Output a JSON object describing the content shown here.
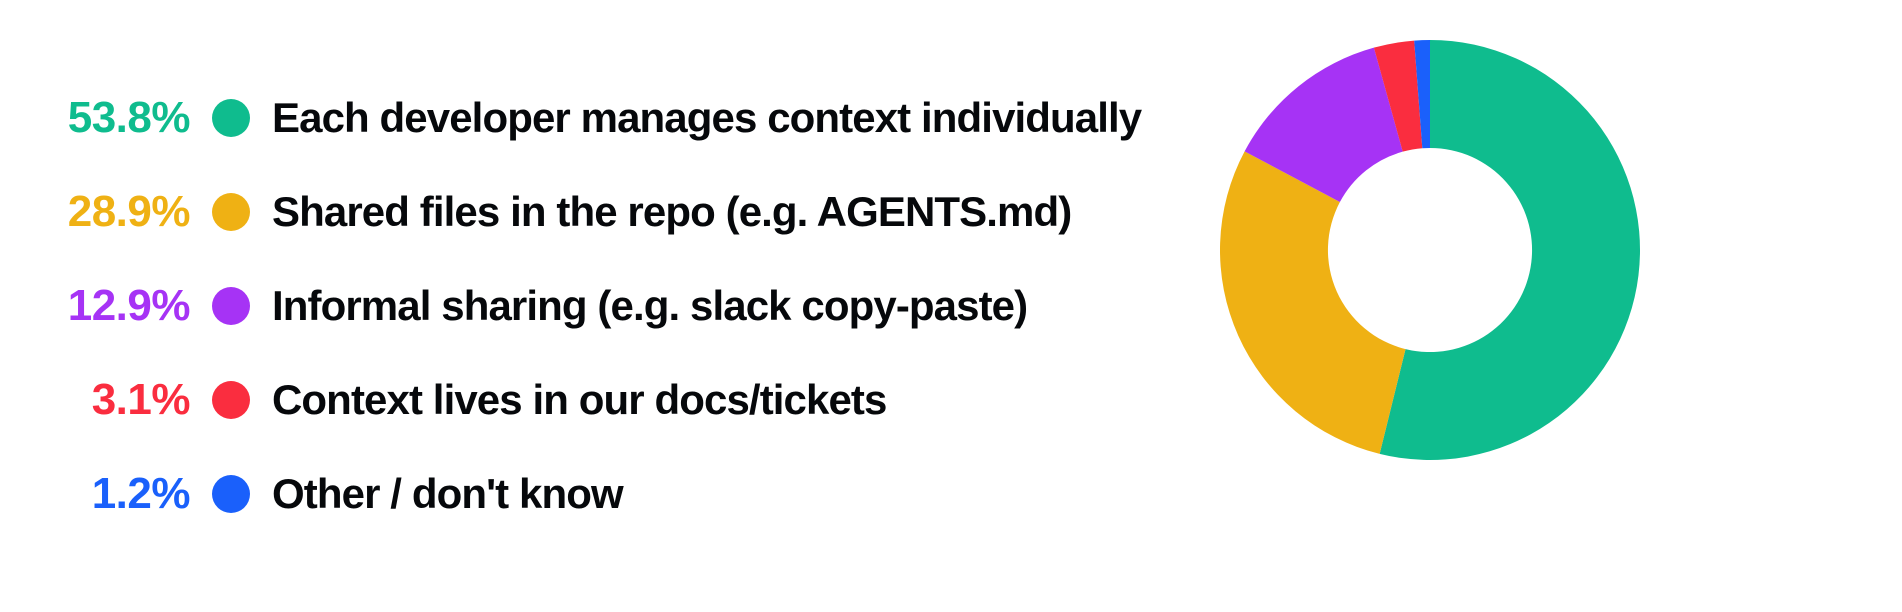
{
  "chart_data": {
    "type": "pie",
    "variant": "donut",
    "title": "",
    "subtitle": "",
    "xlabel": "",
    "ylabel": "",
    "units": "percent",
    "total": 99.9,
    "legend_position": "left",
    "grid": false,
    "start_angle_deg": 0,
    "direction": "clockwise",
    "inner_radius_ratio": 0.486,
    "background_color": "#FFFFFF",
    "label_color": "#06080B",
    "categories": [
      "Each developer manages context individually",
      "Shared files in the repo (e.g. AGENTS.md)",
      "Informal sharing (e.g. slack copy-paste)",
      "Context lives in our docs/tickets",
      "Other / don't know"
    ],
    "values": [
      53.8,
      28.9,
      12.9,
      3.1,
      1.2
    ],
    "value_labels": [
      "53.8%",
      "28.9%",
      "12.9%",
      "3.1%",
      "1.2%"
    ],
    "colors": [
      "#0FBC8E",
      "#EFB114",
      "#A633F5",
      "#FA2D3F",
      "#1A60FB"
    ],
    "slices": [
      {
        "label": "Each developer manages context individually",
        "value": 53.8,
        "value_label": "53.8%",
        "color": "#0FBC8E",
        "color_name": "teal"
      },
      {
        "label": "Shared files in the repo (e.g. AGENTS.md)",
        "value": 28.9,
        "value_label": "28.9%",
        "color": "#EFB114",
        "color_name": "gold"
      },
      {
        "label": "Informal sharing (e.g. slack copy-paste)",
        "value": 12.9,
        "value_label": "12.9%",
        "color": "#A633F5",
        "color_name": "purple"
      },
      {
        "label": "Context lives in our docs/tickets",
        "value": 3.1,
        "value_label": "3.1%",
        "color": "#FA2D3F",
        "color_name": "red"
      },
      {
        "label": "Other / don't know",
        "value": 1.2,
        "value_label": "1.2%",
        "color": "#1A60FB",
        "color_name": "blue"
      }
    ]
  },
  "legend": {
    "items": [
      {
        "percent": "53.8%",
        "label": "Each developer manages context individually",
        "color": "#0FBC8E",
        "icon": "legend-dot-icon"
      },
      {
        "percent": "28.9%",
        "label": "Shared files in the repo (e.g. AGENTS.md)",
        "color": "#EFB114",
        "icon": "legend-dot-icon"
      },
      {
        "percent": "12.9%",
        "label": "Informal sharing (e.g. slack copy-paste)",
        "color": "#A633F5",
        "icon": "legend-dot-icon"
      },
      {
        "percent": "3.1%",
        "label": "Context lives in our docs/tickets",
        "color": "#FA2D3F",
        "icon": "legend-dot-icon"
      },
      {
        "percent": "1.2%",
        "label": "Other / don't know",
        "color": "#1A60FB",
        "icon": "legend-dot-icon"
      }
    ]
  }
}
